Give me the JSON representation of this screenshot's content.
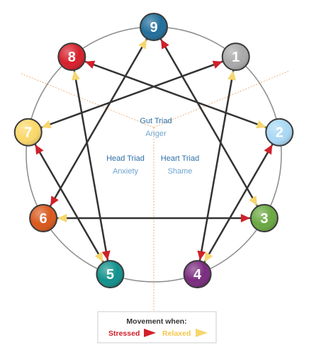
{
  "types": [
    {
      "label": "1",
      "color": "#a9a9a9"
    },
    {
      "label": "2",
      "color": "#a9d8f5"
    },
    {
      "label": "3",
      "color": "#6aa842"
    },
    {
      "label": "4",
      "color": "#7a2b7e"
    },
    {
      "label": "5",
      "color": "#11918c"
    },
    {
      "label": "6",
      "color": "#d9581c"
    },
    {
      "label": "7",
      "color": "#fbd86a"
    },
    {
      "label": "8",
      "color": "#d61f2b"
    },
    {
      "label": "9",
      "color": "#216e9a"
    }
  ],
  "triads": {
    "gut": {
      "title": "Gut Triad",
      "emotion": "Anger"
    },
    "head": {
      "title": "Head Triad",
      "emotion": "Anxiety"
    },
    "heart": {
      "title": "Heart Triad",
      "emotion": "Shame"
    }
  },
  "legend": {
    "title": "Movement when:",
    "stressed": "Stressed",
    "relaxed": "Relaxed"
  },
  "colors": {
    "stressed_arrow": "#d0202a",
    "relaxed_arrow": "#f6d66e",
    "connector": "#333333"
  },
  "connections": [
    {
      "from": "1",
      "to": "4"
    },
    {
      "from": "4",
      "to": "2"
    },
    {
      "from": "2",
      "to": "8"
    },
    {
      "from": "8",
      "to": "5"
    },
    {
      "from": "5",
      "to": "7"
    },
    {
      "from": "7",
      "to": "1"
    },
    {
      "from": "9",
      "to": "6"
    },
    {
      "from": "6",
      "to": "3"
    },
    {
      "from": "3",
      "to": "9"
    }
  ]
}
